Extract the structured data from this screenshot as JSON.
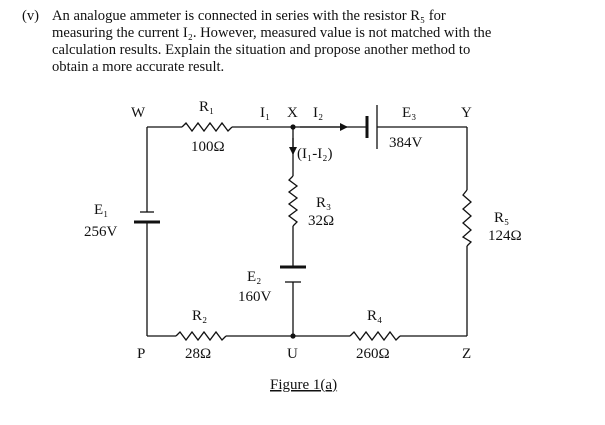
{
  "question": {
    "number": "(v)",
    "lines": [
      "An analogue ammeter is connected in series with the resistor R₅ for",
      "measuring the current I₂. However, measured value is not matched with the",
      "calculation results. Explain the situation and propose another method to",
      "obtain a more accurate result."
    ]
  },
  "circuit": {
    "nodes": {
      "W": "W",
      "Y": "Y",
      "P": "P",
      "U": "U",
      "Z": "Z",
      "X": "X"
    },
    "currents": {
      "i1": "I₁",
      "i2": "I₂",
      "diff": "(I₁-I₂)"
    },
    "r1": {
      "name": "R₁",
      "value": "100Ω"
    },
    "r2": {
      "name": "R₂",
      "value": "28Ω"
    },
    "r3": {
      "name": "R₃",
      "value": "32Ω"
    },
    "r4": {
      "name": "R₄",
      "value": "260Ω"
    },
    "r5": {
      "name": "R₅",
      "value": "124Ω"
    },
    "e1": {
      "name": "E₁",
      "value": "256V"
    },
    "e2": {
      "name": "E₂",
      "value": "160V"
    },
    "e3": {
      "name": "E₃",
      "value": "384V"
    },
    "caption": "Figure 1(a)"
  }
}
